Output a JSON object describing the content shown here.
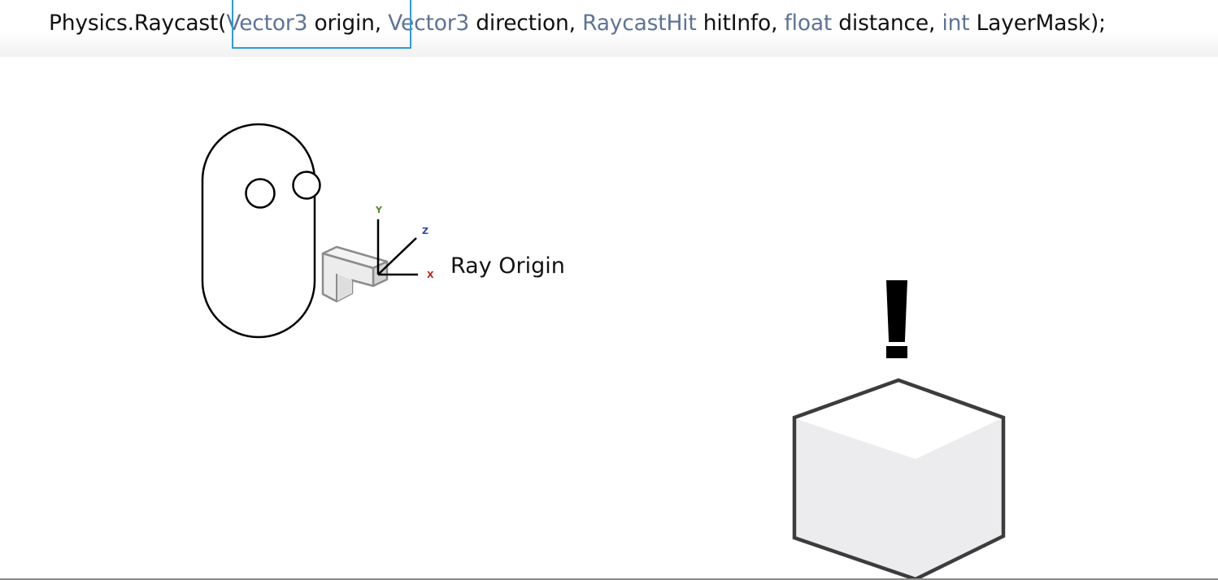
{
  "code": {
    "call": "Physics.Raycast(",
    "param1_type": "Vector3",
    "param1_name": " origin,",
    "param2_type": "Vector3",
    "param2_name": " direction, ",
    "param3_type": "RaycastHit",
    "param3_name": " hitInfo, ",
    "param4_type": "float",
    "param4_name": " distance, ",
    "param5_type": "int",
    "param5_name": " LayerMask);",
    "type_color": "#5e7396",
    "highlight_color": "#2e9bd9"
  },
  "diagram": {
    "origin_label": "Ray Origin",
    "axes": {
      "x": "X",
      "y": "Y",
      "z": "Z",
      "x_color": "#c02020",
      "y_color": "#4e8a2d",
      "z_color": "#2b46a8"
    }
  }
}
